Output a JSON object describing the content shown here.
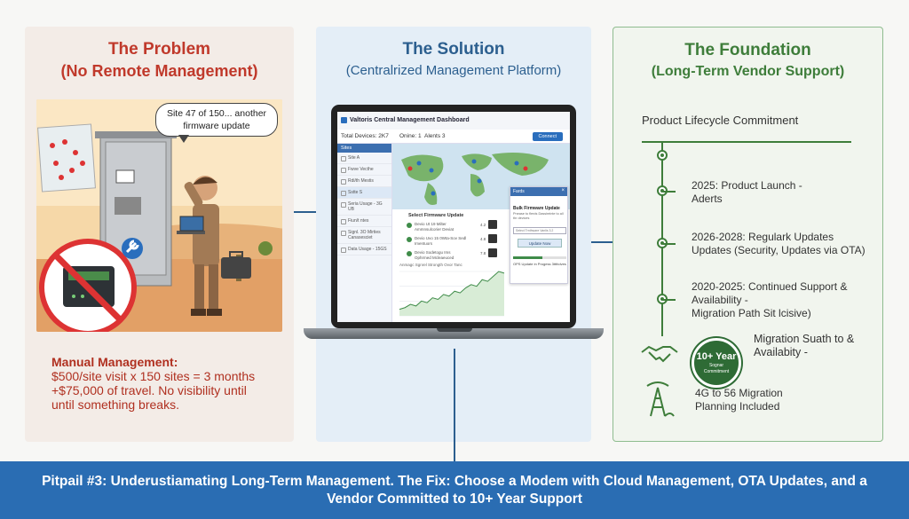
{
  "problem": {
    "title": "The Problem",
    "subtitle": "(No Remote Management)",
    "bubble_line1": "Site 47 of 150... another",
    "bubble_line2": "firmware update",
    "manual_heading": "Manual Management:",
    "manual_line1": "$500/site visit x 150 sites = 3 months",
    "manual_line2": "+$75,000 of travel. No visibility until",
    "manual_line3": "until something breaks."
  },
  "solution": {
    "title": "The Solution",
    "subtitle": "(Centralrized Management Platform)",
    "dashboard": {
      "title": "Valtoris Central Management Dashboard",
      "total_devices": "Total Devices: 2K7",
      "online": "Onine: 1",
      "alerts": "Alents 3",
      "connect_button": "Connect",
      "sidebar_header": "Sites",
      "sidebar_items": [
        "Site A",
        "Fwve Vecthe",
        "Rdi/th Mestis",
        "Sstte S",
        "Seria Usage - 3G UB",
        "Fiun/t ntes",
        "Signl. 3O Mirties Canasesciet",
        "Data Usage - 15GS"
      ],
      "bulk_title": "Select Firmware Update",
      "bulk_rows": [
        {
          "text": "Devio Ut 19 Milter Ammnsulcorier Deviat",
          "num": "4.2"
        },
        {
          "text": "Devio Uvo 15 0Wta-Sov Sedl Imentuors",
          "num": "4.8"
        },
        {
          "text": "Devio Sodetogu Ims Ophrmed Mcleaeuced",
          "num": "7.8"
        }
      ],
      "chart_title": "Anmagc Sgnrel Strongth Ovor Tanc",
      "chart_series": [
        4,
        5,
        7,
        6,
        9,
        8,
        11,
        10,
        13,
        12,
        15,
        14,
        17,
        19,
        18,
        22,
        21,
        24,
        27,
        26
      ],
      "popup": {
        "header": "Fards",
        "title": "Bulk Firmware Update",
        "subtitle": "Pnease to flerds Dassireinte to all thr devices",
        "search_bar": "Select Trnthware Vanlis 3.2",
        "button": "Update Now",
        "progress": 0.55,
        "footer": "OPS Update in Progess 3ttthdves"
      }
    }
  },
  "foundation": {
    "title": "The Foundation",
    "subtitle": "(Long-Term Vendor Support)",
    "lifecycle_label": "Product Lifecycle Commitment",
    "milestones": [
      {
        "line1": "2025: Product Launch -",
        "line2": "Aderts"
      },
      {
        "line1": "2026-2028: Regulark Updates",
        "line2": "Updates (Security, Updates via OTA)"
      },
      {
        "line1": "2020-2025: Continued Support & Availability -",
        "line2": "Migration Path Sit lcisive)"
      }
    ],
    "seal": {
      "big": "10+ Year",
      "small1": "Sognar",
      "small2": "Commitment"
    },
    "migration_line1": "Migration Suath to &",
    "migration_line2": "Availabity -",
    "g4_line1": "4G to 56 Migration",
    "g4_line2": "Planning Included"
  },
  "footer": {
    "line1": "Pitpail #3: Underustiamating Long-Term Management. The Fix: Choose a Modem with Cloud Management, OTA Updates, and a",
    "line2": "Vendor Committed to 10+ Year Support"
  },
  "colors": {
    "problem": "#c0392b",
    "solution": "#2c5f8f",
    "foundation": "#3e7d3a",
    "footer_bg": "#2a6db3"
  }
}
